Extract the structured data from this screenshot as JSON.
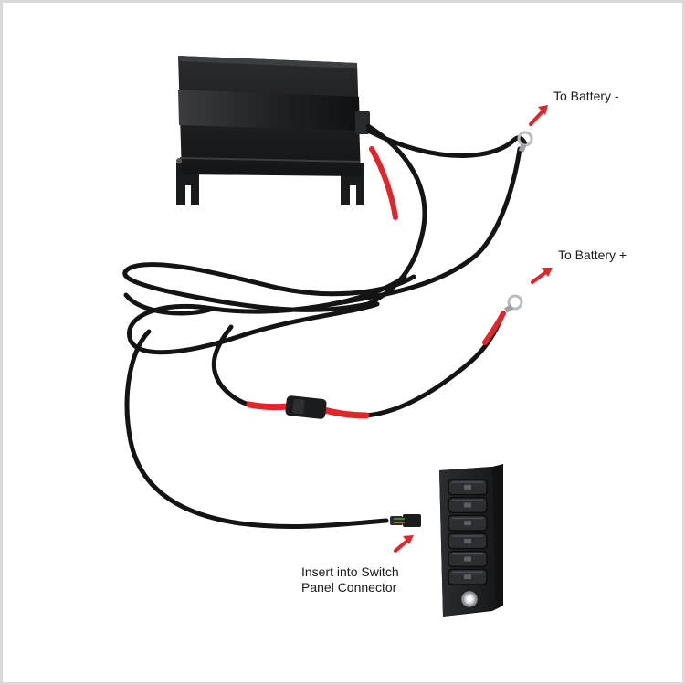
{
  "labels": {
    "battery_negative": "To Battery -",
    "battery_positive": "To Battery +",
    "switch_line1": "Insert into Switch",
    "switch_line2": "Panel Connector"
  },
  "icons": {
    "arrow": "red-arrow-icon"
  },
  "colors": {
    "background": "#ffffff",
    "border": "#d9d9d9",
    "cable": "#141414",
    "sleeve_red": "#e0262b",
    "arrow_red": "#e0262b",
    "text": "#1a1a1a",
    "module_body": "#1b1c1e",
    "ring_terminal": "#b9bcbf",
    "switch_led": "#d6d9dd"
  },
  "switch_panel": {
    "rocker_count": 6
  }
}
